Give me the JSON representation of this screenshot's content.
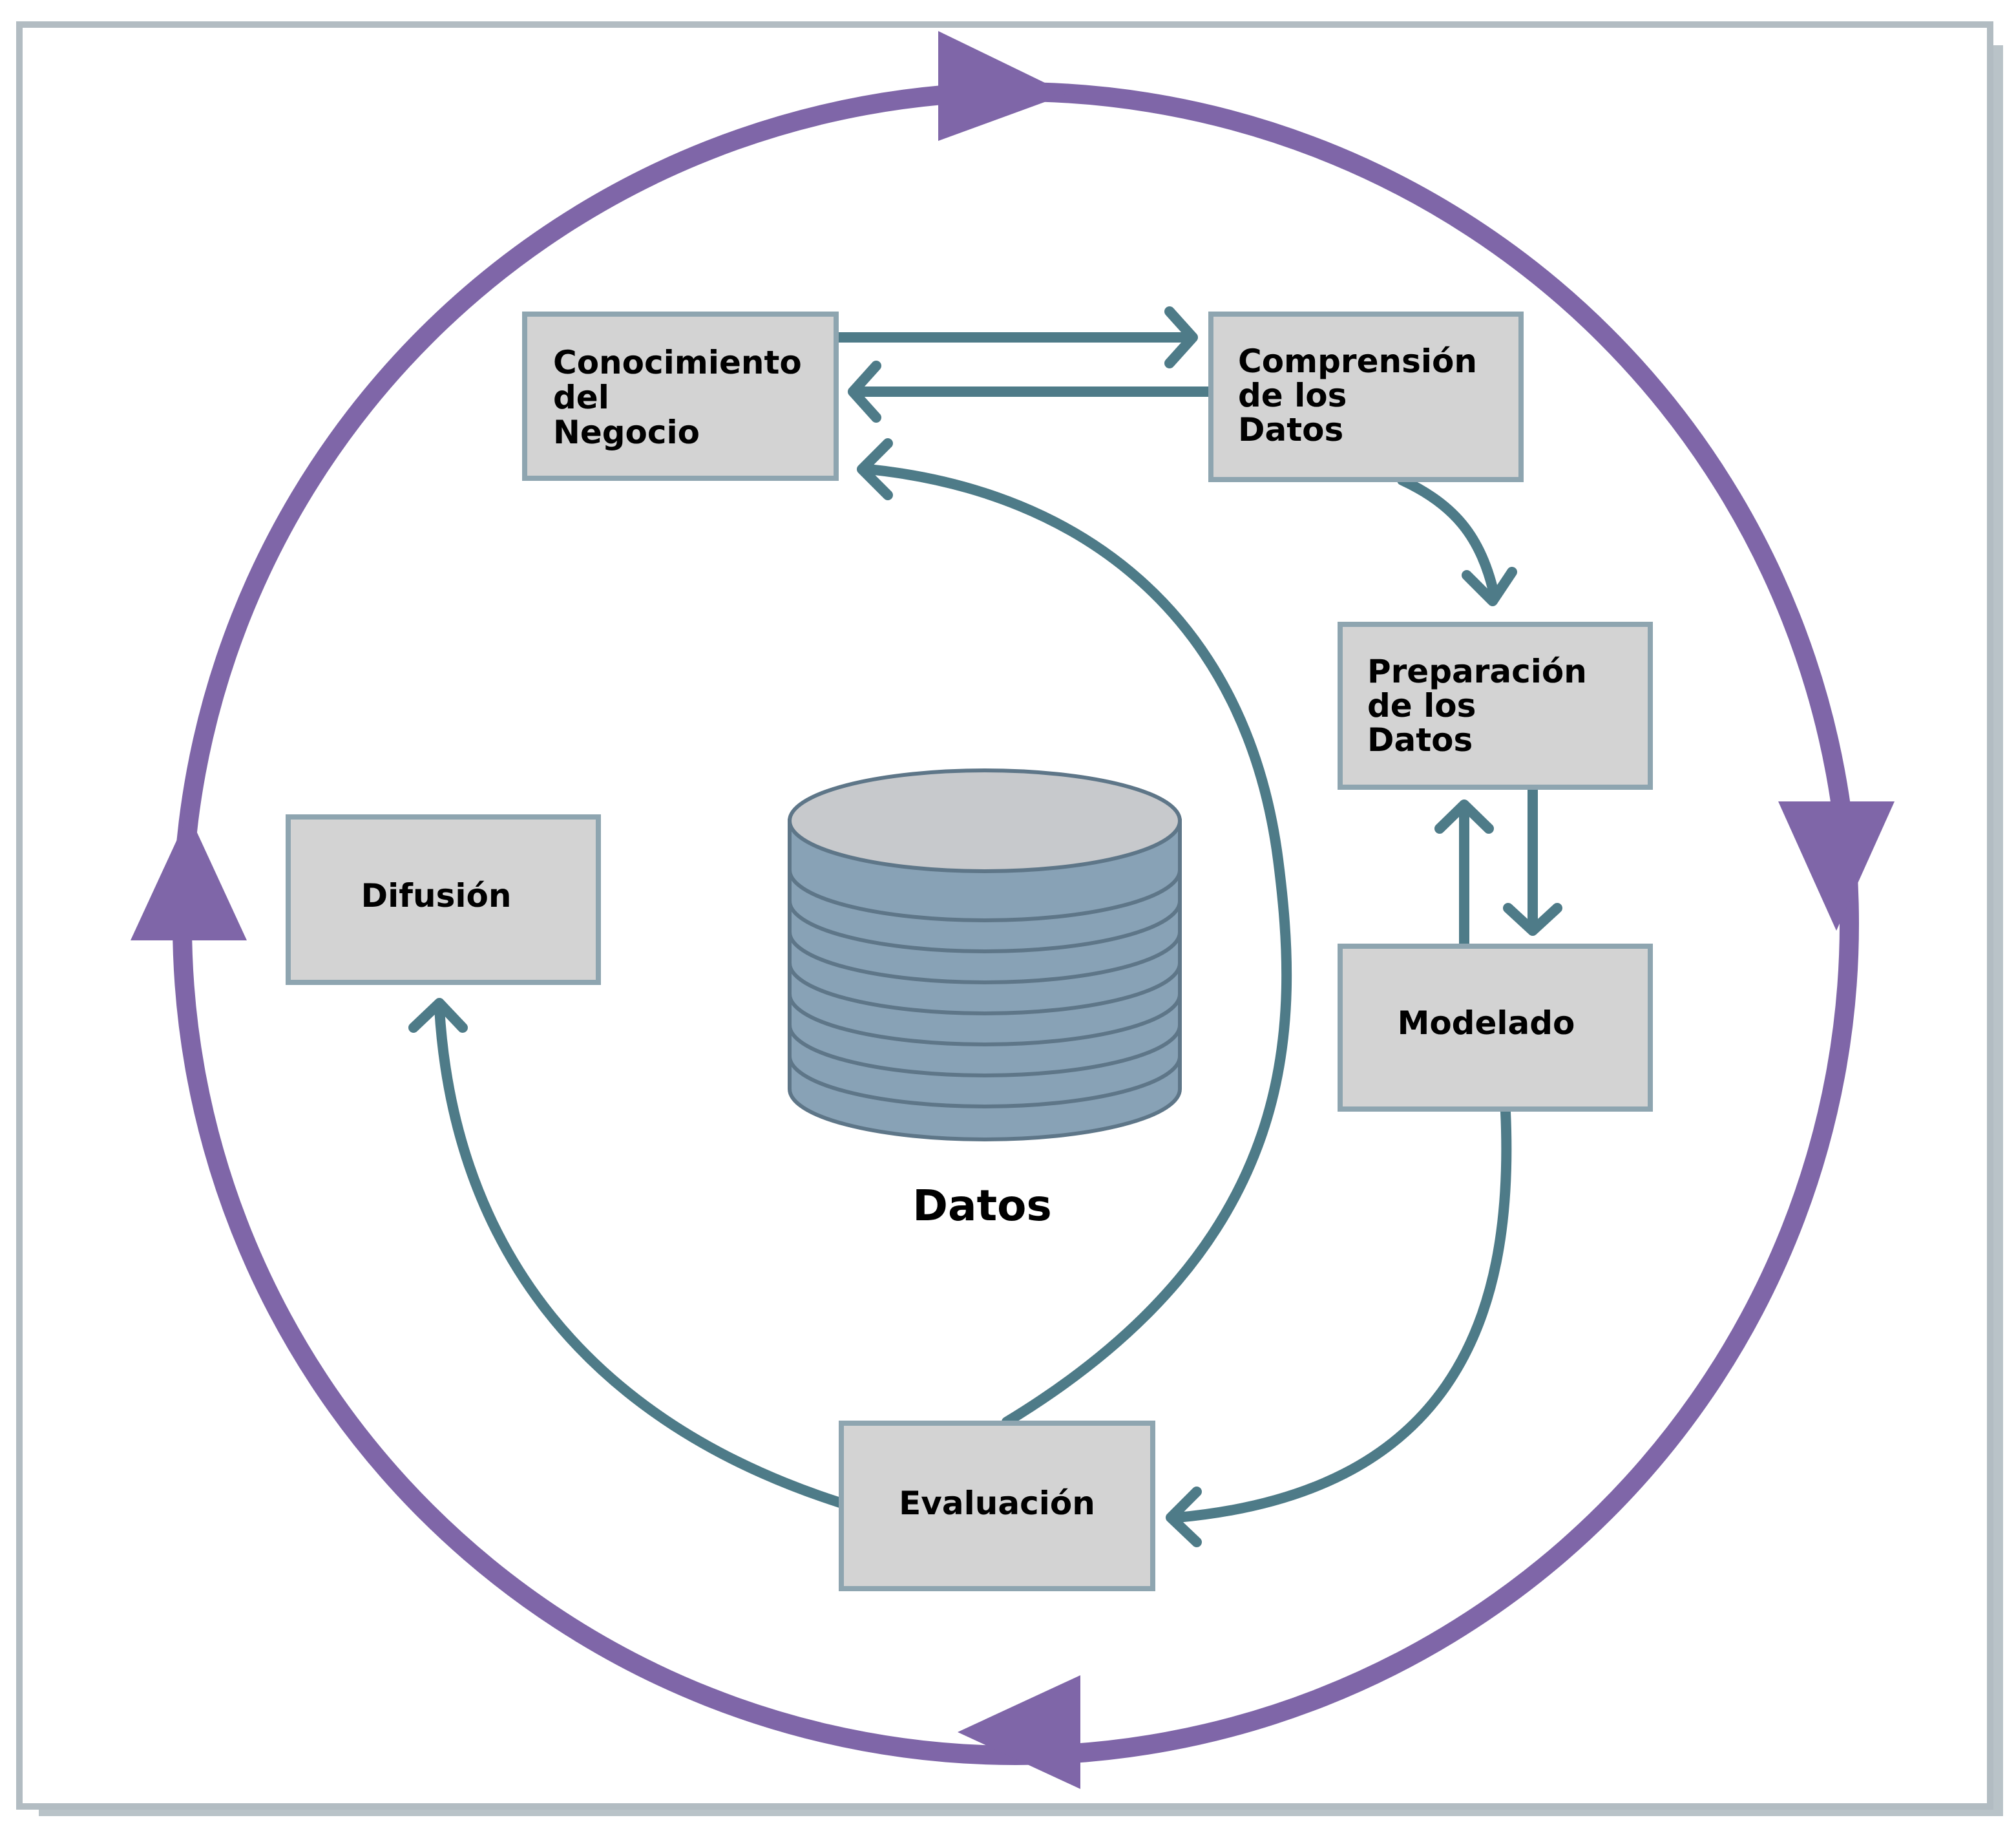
{
  "colors": {
    "cycle": "#7f66a8",
    "connector": "#4e7b88",
    "box_fill": "#d3d3d3",
    "box_border": "#8ea5b0",
    "frame": "#b2bcc2",
    "db_body": "#88a2b6",
    "db_top": "#c7c9cc",
    "db_stroke": "#5e7688"
  },
  "phases": {
    "business": [
      "Conocimiento",
      "del",
      "Negocio"
    ],
    "understanding": [
      "Comprensión",
      "de los",
      "Datos"
    ],
    "preparation": [
      "Preparación",
      "de los",
      "Datos"
    ],
    "modeling": "Modelado",
    "evaluation": "Evaluación",
    "deployment": "Difusión"
  },
  "center": {
    "label": "Datos",
    "icon": "database-icon"
  }
}
